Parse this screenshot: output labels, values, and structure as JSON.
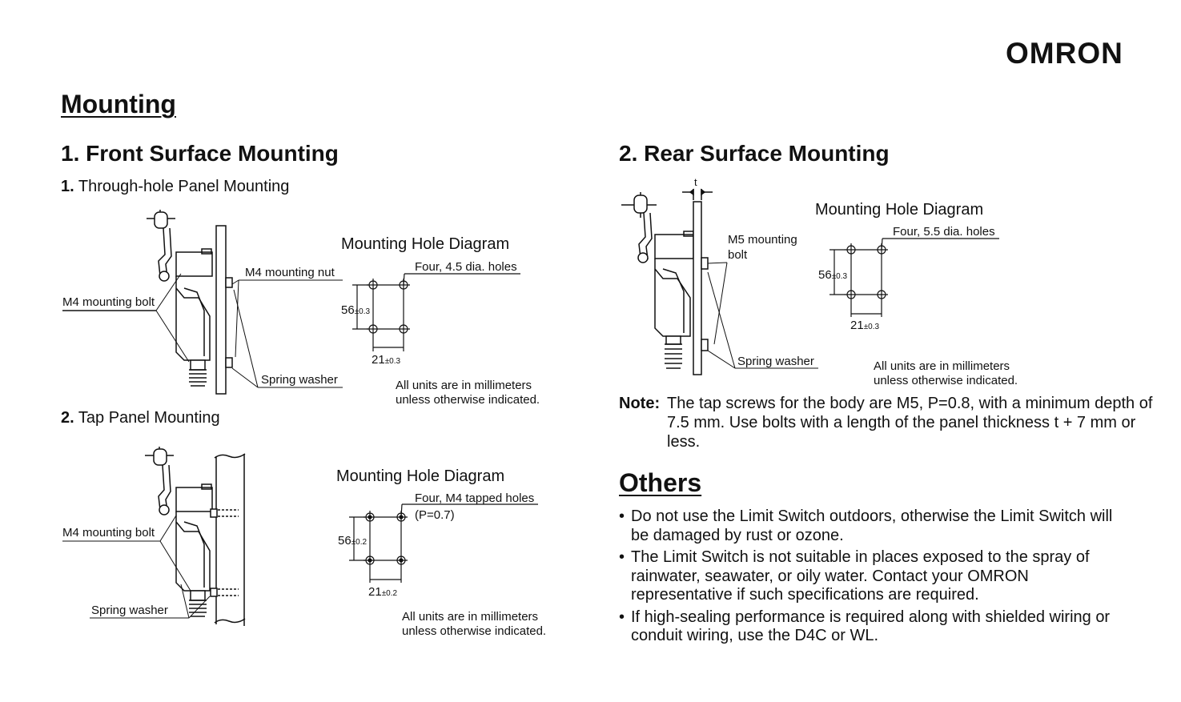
{
  "brand": {
    "logo": "OMRON"
  },
  "heading": "Mounting",
  "front": {
    "title": "1. Front Surface Mounting",
    "through": {
      "num": "1.",
      "title": "Through-hole Panel Mounting",
      "labels": {
        "bolt": "M4 mounting bolt",
        "nut": "M4 mounting nut",
        "washer": "Spring washer"
      },
      "diagram": {
        "title": "Mounting Hole Diagram",
        "holes": "Four, 4.5 dia. holes",
        "dim_v": "56",
        "tol_v": "±0.3",
        "dim_h": "21",
        "tol_h": "±0.3",
        "units_1": "All units are in millimeters",
        "units_2": "unless otherwise indicated."
      }
    },
    "tap": {
      "num": "2.",
      "title": "Tap Panel Mounting",
      "labels": {
        "bolt": "M4 mounting bolt",
        "washer": "Spring washer"
      },
      "diagram": {
        "title": "Mounting Hole Diagram",
        "holes": "Four, M4 tapped holes",
        "pitch": "(P=0.7)",
        "dim_v": "56",
        "tol_v": "±0.2",
        "dim_h": "21",
        "tol_h": "±0.2",
        "units_1": "All units are in millimeters",
        "units_2": "unless otherwise indicated."
      }
    }
  },
  "rear": {
    "title": "2. Rear Surface Mounting",
    "labels": {
      "t": "t",
      "bolt_1": "M5 mounting",
      "bolt_2": "bolt",
      "washer": "Spring washer"
    },
    "diagram": {
      "title": "Mounting Hole Diagram",
      "holes": "Four, 5.5 dia. holes",
      "dim_v": "56",
      "tol_v": "±0.3",
      "dim_h": "21",
      "tol_h": "±0.3",
      "units_1": "All units are in millimeters",
      "units_2": "unless otherwise indicated."
    },
    "note_head": "Note:",
    "note_body": "The tap screws for the body are M5, P=0.8, with a minimum depth of 7.5 mm. Use bolts with a length of the panel thickness t + 7 mm or less."
  },
  "others": {
    "title": "Others",
    "bullets": [
      "Do not use the Limit Switch outdoors, otherwise the Limit Switch will be damaged by rust or ozone.",
      "The Limit Switch is not suitable in places exposed to the spray of rainwater, seawater, or oily water. Contact your OMRON representative if such specifications are required.",
      "If high-sealing performance is required along with shielded wiring or conduit wiring, use the D4C or WL."
    ]
  }
}
